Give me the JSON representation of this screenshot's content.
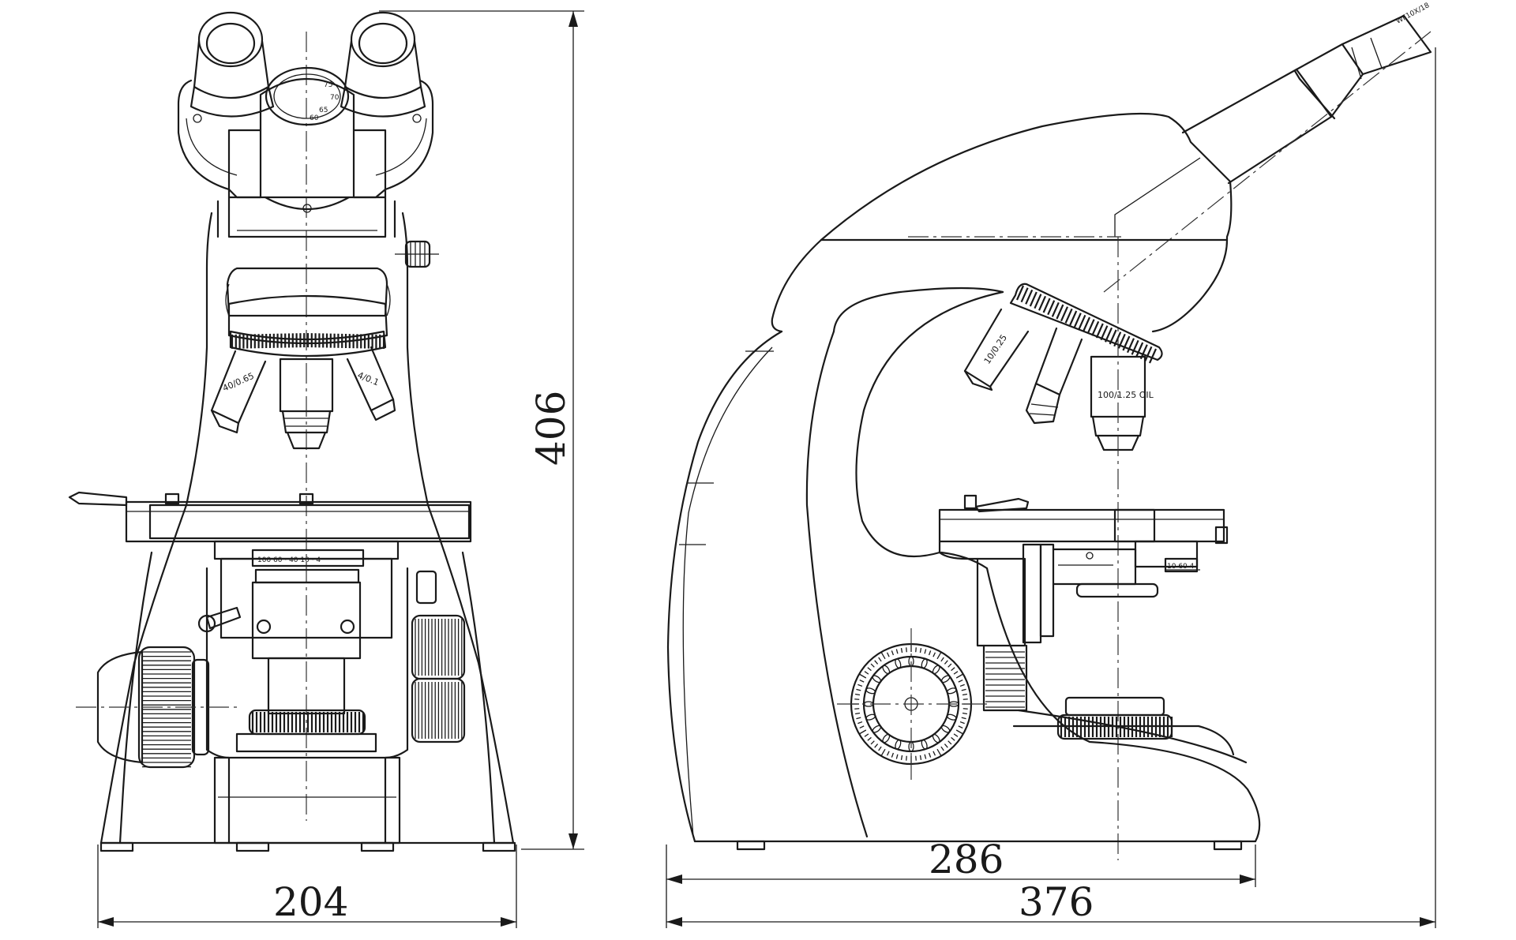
{
  "dimensions": {
    "front_width": "204",
    "height": "406",
    "side_base_depth": "286",
    "side_overall_depth": "376"
  },
  "front_view": {
    "objective_labels": [
      "40/0.65",
      "4/0.1"
    ],
    "stage_scale": "100  60 · 40    10 · 4",
    "head_marks": [
      "75",
      "70",
      "65",
      "60"
    ]
  },
  "side_view": {
    "objective_labels": [
      "10/0.25",
      "100/1.25 OIL"
    ],
    "eyepiece_label": "WF10X/18",
    "condenser_scale": "10 60 4"
  }
}
